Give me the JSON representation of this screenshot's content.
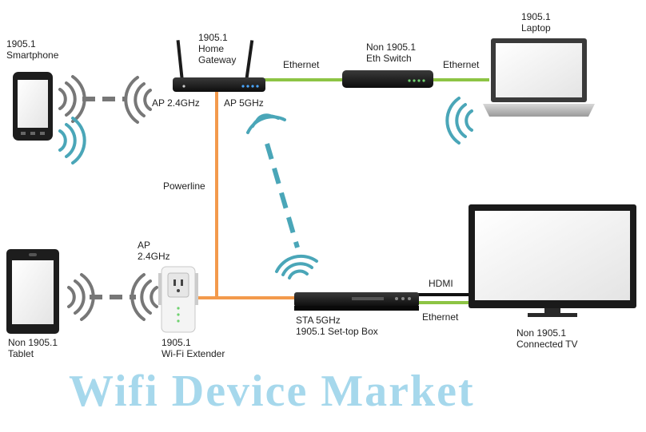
{
  "devices": {
    "smartphone": {
      "line1": "1905.1",
      "line2": "Smartphone"
    },
    "gateway": {
      "line1": "1905.1",
      "line2": "Home",
      "line3": "Gateway"
    },
    "switch": {
      "line1": "Non 1905.1",
      "line2": "Eth Switch"
    },
    "laptop": {
      "line1": "1905.1",
      "line2": "Laptop"
    },
    "tablet": {
      "line1": "Non 1905.1",
      "line2": "Tablet"
    },
    "extender": {
      "line1": "1905.1",
      "line2": "Wi-Fi Extender"
    },
    "settop": {
      "line1": "STA 5GHz",
      "line2": "1905.1 Set-top Box"
    },
    "tv": {
      "line1": "Non 1905.1",
      "line2": "Connected TV"
    }
  },
  "links": {
    "ethernet_gateway_switch": "Ethernet",
    "ethernet_switch_laptop": "Ethernet",
    "ethernet_settop_tv": "Ethernet",
    "hdmi": "HDMI",
    "powerline": "Powerline",
    "ap_24": "AP 2.4GHz",
    "ap_5": "AP 5GHz",
    "extender_ap_line1": "AP",
    "extender_ap_line2": "2.4GHz"
  },
  "watermark": "Wifi  Device  Market",
  "colors": {
    "ethernet": "#8dc444",
    "powerline": "#f39a4c",
    "wifi_signal": "#4aa6b8",
    "wifi_gray": "#777777",
    "hdmi": "#111111",
    "watermark": "#a6d8ec"
  }
}
